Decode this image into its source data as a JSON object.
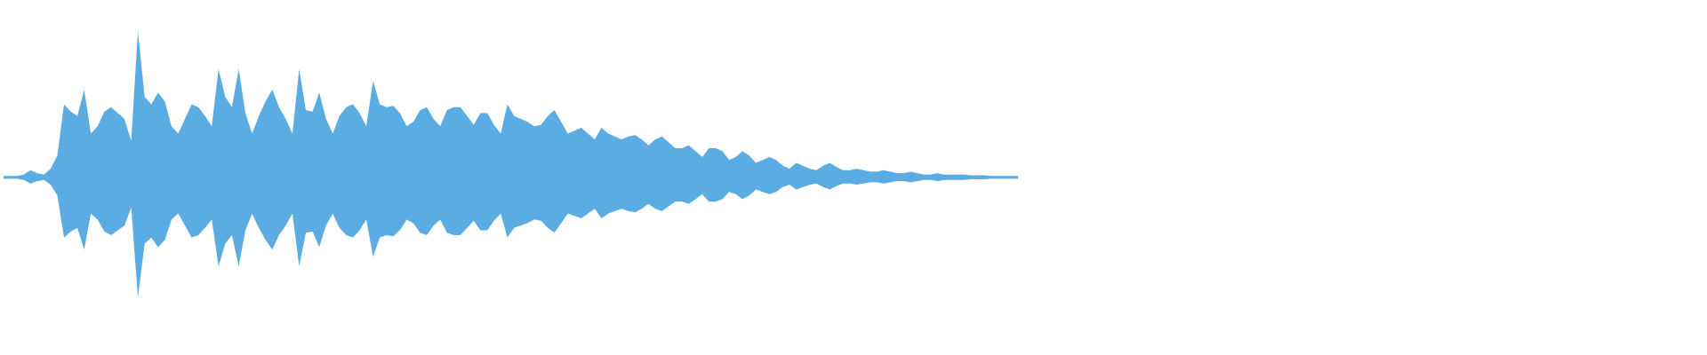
{
  "waveform": {
    "color": "#5aace2",
    "background": "#ffffff",
    "amplitude_envelope": [
      0.01,
      0.01,
      0.01,
      0.02,
      0.05,
      0.03,
      0.02,
      0.06,
      0.15,
      0.5,
      0.45,
      0.42,
      0.6,
      0.3,
      0.35,
      0.45,
      0.48,
      0.44,
      0.4,
      0.25,
      1.0,
      0.55,
      0.5,
      0.58,
      0.52,
      0.35,
      0.3,
      0.4,
      0.5,
      0.48,
      0.42,
      0.35,
      0.74,
      0.55,
      0.48,
      0.74,
      0.44,
      0.3,
      0.42,
      0.52,
      0.6,
      0.48,
      0.4,
      0.3,
      0.74,
      0.46,
      0.45,
      0.58,
      0.4,
      0.3,
      0.42,
      0.48,
      0.5,
      0.44,
      0.35,
      0.66,
      0.5,
      0.48,
      0.49,
      0.44,
      0.35,
      0.38,
      0.46,
      0.48,
      0.4,
      0.35,
      0.46,
      0.48,
      0.48,
      0.42,
      0.36,
      0.44,
      0.44,
      0.36,
      0.3,
      0.5,
      0.42,
      0.4,
      0.38,
      0.35,
      0.36,
      0.42,
      0.46,
      0.38,
      0.3,
      0.32,
      0.34,
      0.3,
      0.26,
      0.34,
      0.3,
      0.28,
      0.26,
      0.28,
      0.29,
      0.26,
      0.22,
      0.26,
      0.28,
      0.24,
      0.2,
      0.2,
      0.22,
      0.18,
      0.14,
      0.2,
      0.2,
      0.18,
      0.12,
      0.14,
      0.18,
      0.15,
      0.1,
      0.12,
      0.14,
      0.12,
      0.08,
      0.06,
      0.1,
      0.08,
      0.06,
      0.05,
      0.08,
      0.1,
      0.07,
      0.05,
      0.05,
      0.06,
      0.05,
      0.04,
      0.04,
      0.05,
      0.04,
      0.03,
      0.03,
      0.04,
      0.03,
      0.02,
      0.02,
      0.03,
      0.02,
      0.02,
      0.02,
      0.02,
      0.015,
      0.015,
      0.015,
      0.01,
      0.01,
      0.01,
      0.01,
      0.01
    ]
  }
}
